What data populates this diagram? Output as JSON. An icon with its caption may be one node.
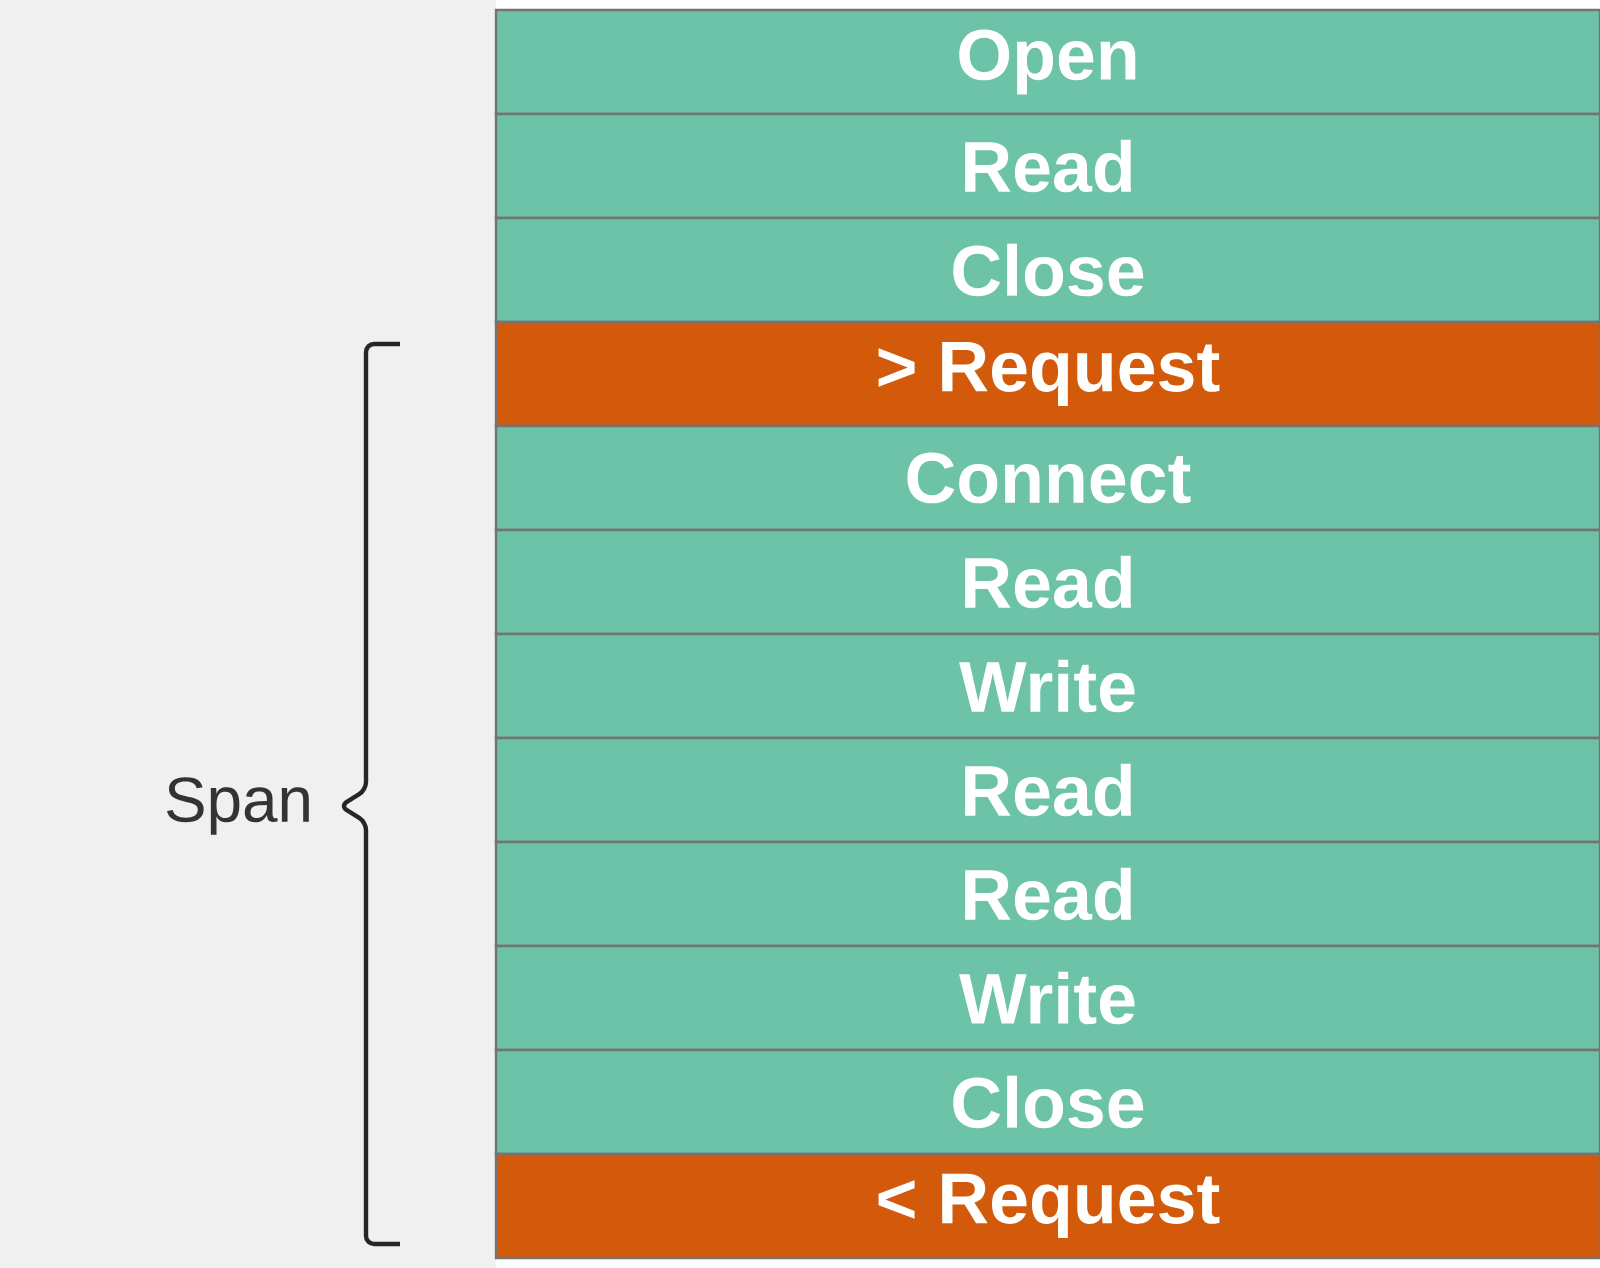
{
  "diagram": {
    "nodes": [
      {
        "text": [
          "Open"
        ]
      },
      {
        "text": [
          "Read"
        ]
      },
      {
        "text": [
          "Close"
        ]
      },
      {
        "text": [
          "> Request"
        ]
      },
      {
        "text": [
          "Connect"
        ]
      },
      {
        "text": [
          "Read"
        ]
      },
      {
        "text": [
          "Write"
        ]
      },
      {
        "text": [
          "Read"
        ]
      },
      {
        "text": [
          "Read"
        ]
      },
      {
        "text": [
          "Write"
        ]
      },
      {
        "text": [
          "Close"
        ]
      },
      {
        "text": [
          "< Request"
        ]
      }
    ],
    "labels": [
      "Span"
    ]
  }
}
